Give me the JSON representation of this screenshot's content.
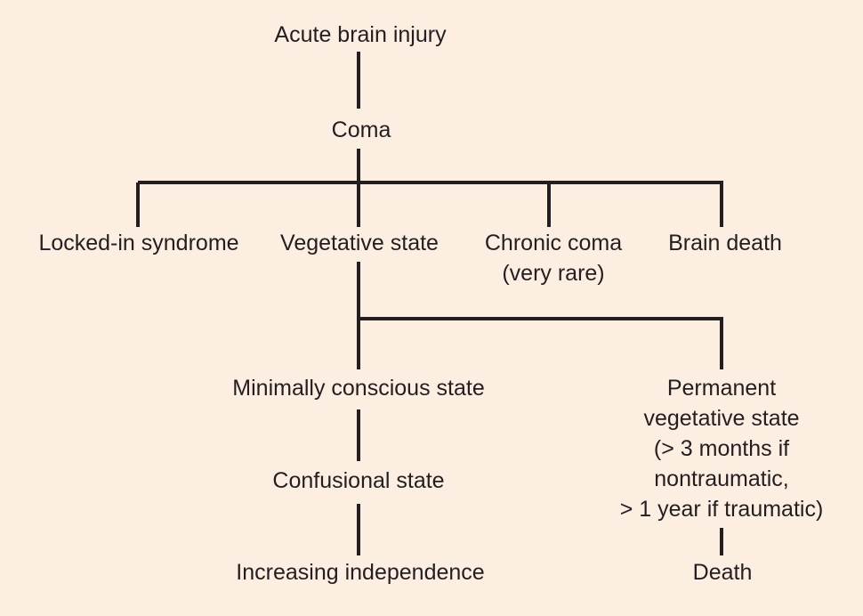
{
  "nodes": {
    "acute_brain_injury": "Acute brain injury",
    "coma": "Coma",
    "locked_in": "Locked-in syndrome",
    "vegetative": "Vegetative state",
    "chronic_coma": [
      "Chronic coma",
      "(very rare)"
    ],
    "brain_death": "Brain death",
    "minimally_conscious": "Minimally conscious state",
    "permanent_vegetative": [
      "Permanent",
      "vegetative state",
      "(> 3 months if",
      "nontraumatic,",
      "> 1 year if traumatic)"
    ],
    "confusional": "Confusional state",
    "increasing_independence": "Increasing independence",
    "death": "Death"
  },
  "colors": {
    "background": "#fdeee2",
    "ink": "#231f20"
  }
}
